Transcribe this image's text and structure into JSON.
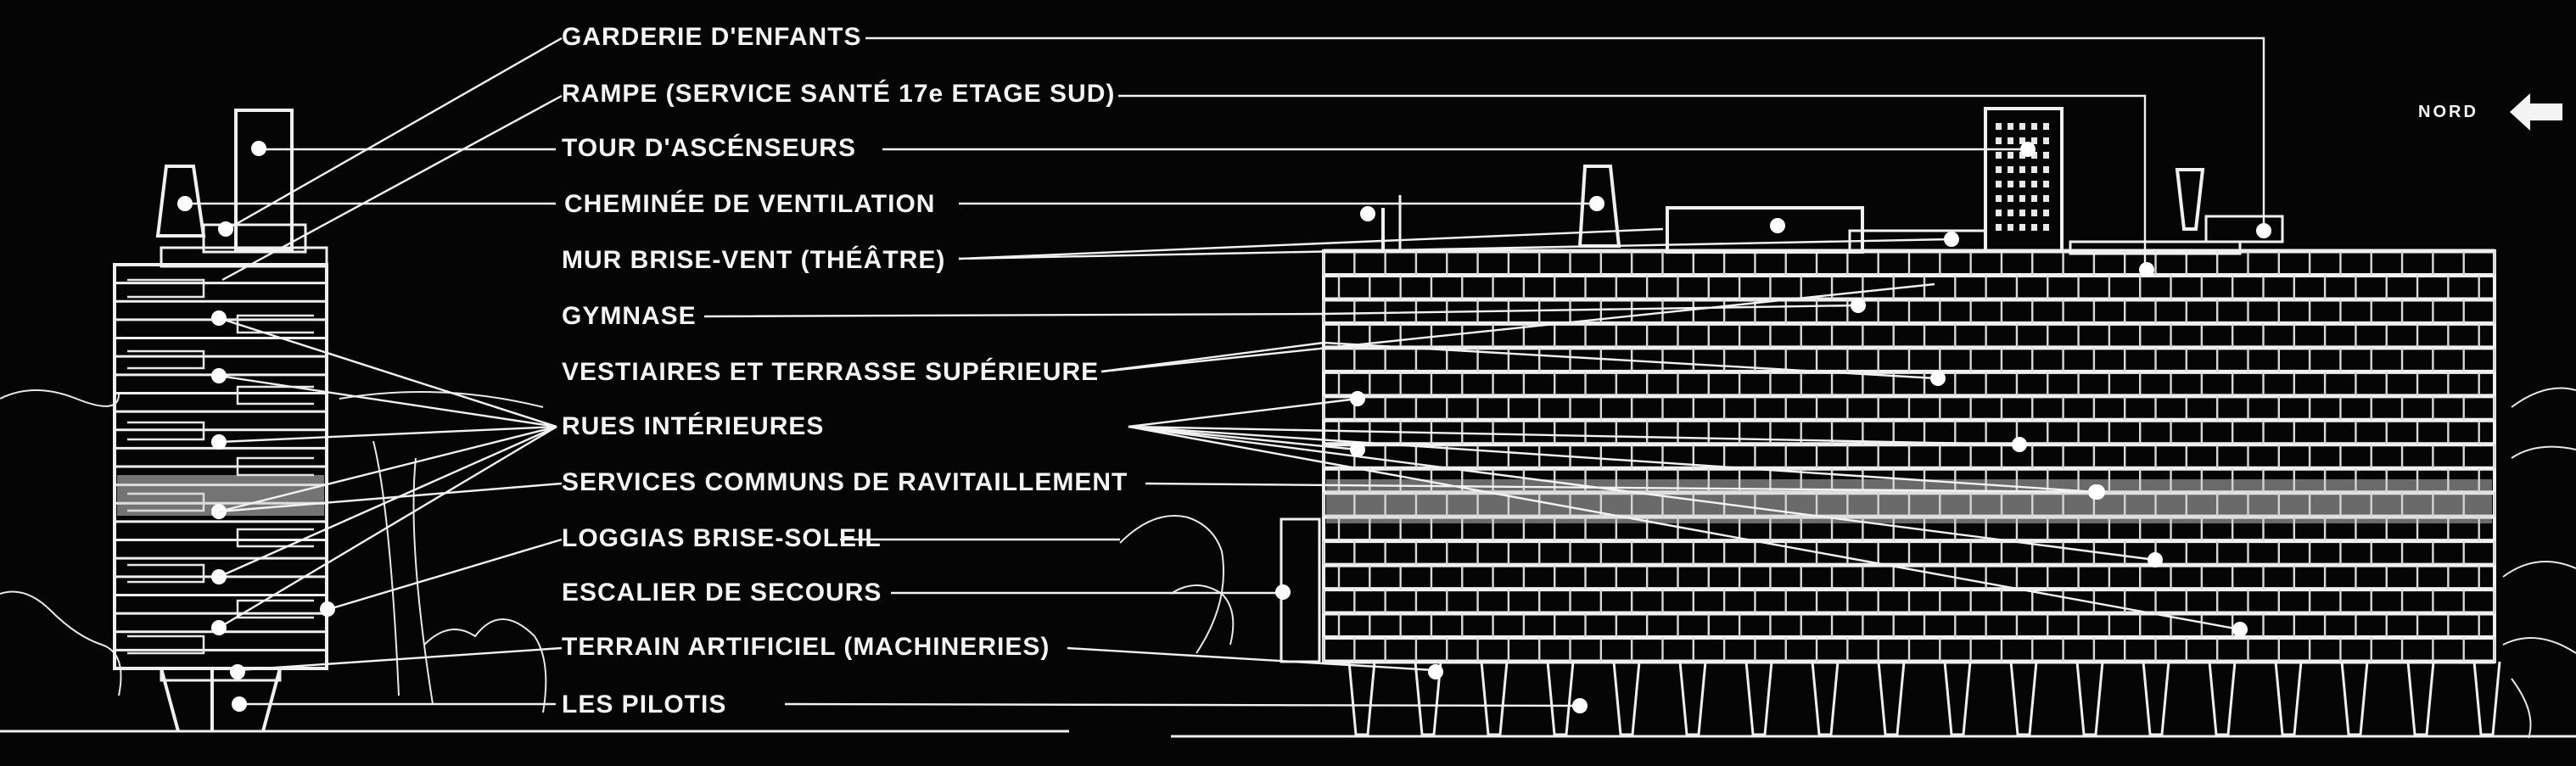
{
  "diagram": {
    "north_label": "NORD",
    "labels": [
      "GARDERIE D'ENFANTS",
      "RAMPE (SERVICE SANTÉ 17e ETAGE SUD)",
      "TOUR D'ASCÉNSEURS",
      "CHEMINÉE DE VENTILATION",
      "MUR BRISE-VENT (THÉÂTRE)",
      "GYMNASE",
      "VESTIAIRES ET TERRASSE SUPÉRIEURE",
      "RUES INTÉRIEURES",
      "SERVICES COMMUNS DE RAVITAILLEMENT",
      "LOGGIAS BRISE-SOLEIL",
      "ESCALIER DE SECOURS",
      "TERRAIN ARTIFICIEL (MACHINERIES)",
      "LES PILOTIS"
    ]
  }
}
